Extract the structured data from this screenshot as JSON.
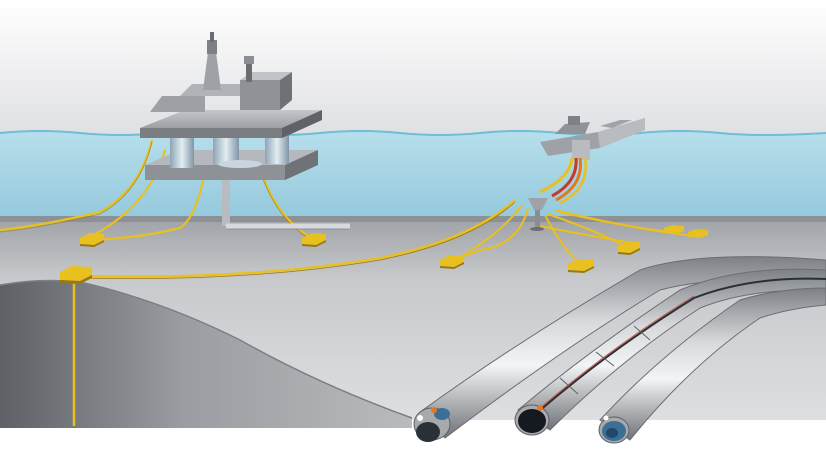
{
  "diagram": {
    "elements": [
      "offshore-platform",
      "fpso-ship",
      "subsea-manifold",
      "subsea-templates",
      "umbilical-lines",
      "seabed-cliff",
      "pipeline-cross-sections"
    ]
  },
  "colors": {
    "sky": "#e6e7e9",
    "water": "#a8d6e6",
    "waterline": "#6fbdd6",
    "seabed": "#c2c4c7",
    "seabed_dark": "#8e9196",
    "cliff_dark": "#6b6e73",
    "umbilical": "#e8c020",
    "umbilical_dark": "#9a7a10",
    "platform": "#a9acb1",
    "platform_dark": "#6c7075",
    "pipe_outer": "#a7a9ad",
    "pipe_dark": "#2a3038",
    "pipe_blue": "#3b6f96",
    "riser_orange": "#e07a22",
    "riser_red": "#c43b27"
  }
}
